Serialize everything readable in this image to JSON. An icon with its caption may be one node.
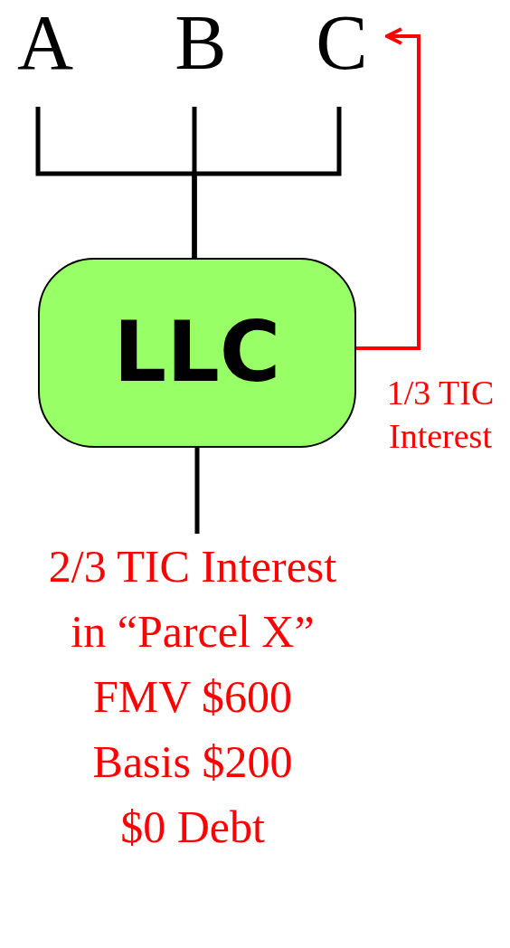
{
  "diagram": {
    "nodes": [
      {
        "text": [
          "A"
        ]
      },
      {
        "text": [
          "B"
        ]
      },
      {
        "text": [
          "C"
        ]
      },
      {
        "text": [
          "LLC"
        ]
      },
      {
        "text": [
          "2/3 TIC Interest in “Parcel X”",
          "FMV $600",
          "Basis $200",
          "$0 Debt"
        ]
      }
    ],
    "edges": [
      {
        "from": 0,
        "to": 3,
        "arrow": "none"
      },
      {
        "from": 1,
        "to": 3,
        "arrow": "none"
      },
      {
        "from": 2,
        "to": 3,
        "arrow": "none"
      },
      {
        "from": 3,
        "to": 4,
        "arrow": "none"
      },
      {
        "from": 3,
        "to": 2,
        "arrow": "to",
        "label": "1/3 TIC Interest",
        "color": "#ff0000"
      }
    ]
  }
}
